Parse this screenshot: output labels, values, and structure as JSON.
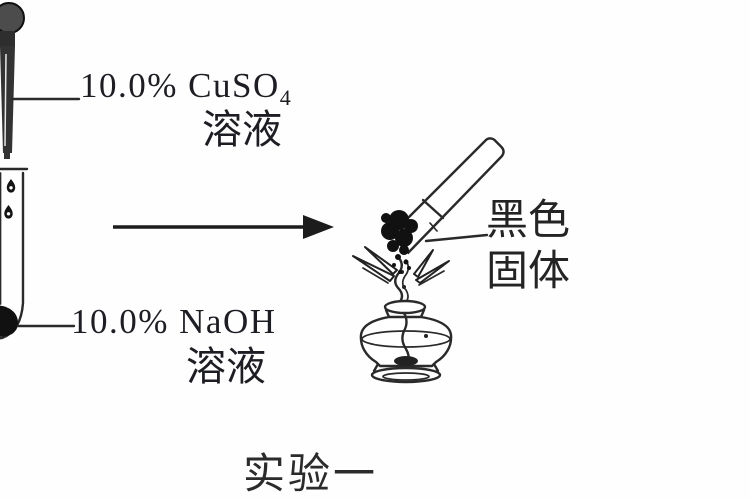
{
  "figure": {
    "type": "chemistry-experiment-diagram",
    "caption": "实验一",
    "background": "#ffffff",
    "ink_color": "#2a2a2a",
    "text_color": "#1d1d24"
  },
  "labels": {
    "cuso4": {
      "concentration_formula": "10.0% CuSO",
      "formula_subscript": "4",
      "solution": "溶液"
    },
    "naoh": {
      "concentration_formula": "10.0% NaOH",
      "solution": "溶液"
    },
    "black_solid": {
      "line1": "黑色",
      "line2": "固体"
    }
  },
  "apparatus": {
    "dropper": "rubber-bulb-dropper-adding-solution",
    "left_test_tube": "test-tube-with-falling-drops-and-dark-precipitate",
    "arrow": "reaction-step-arrow-pointing-right",
    "right_test_tube": "tilted-test-tube-containing-black-solid",
    "alcohol_lamp": "lit-alcohol-lamp-heating-test-tube"
  }
}
